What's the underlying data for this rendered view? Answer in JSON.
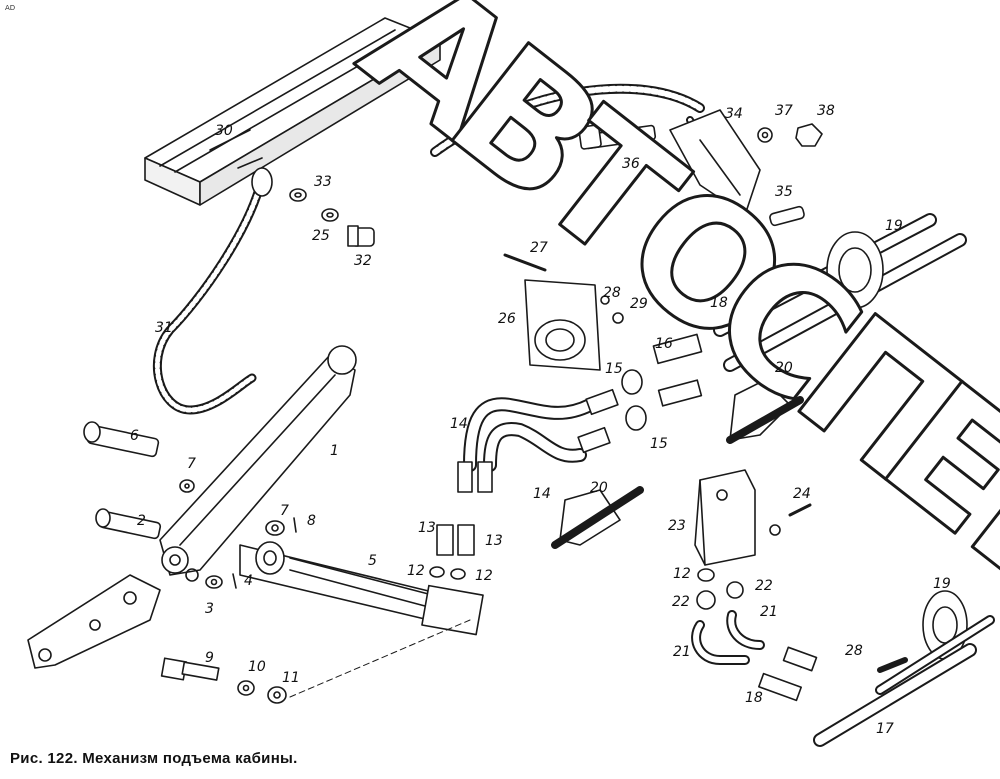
{
  "caption": "Рис. 122. Механизм подъема кабины.",
  "corner_mark": "AD",
  "watermark": {
    "text": "АВТОСПЕЦ",
    "letters": [
      "А",
      "В",
      "Т",
      "О",
      "С",
      "П",
      "Е",
      "Ц"
    ]
  },
  "labels": {
    "l1": "1",
    "l2": "2",
    "l3": "3",
    "l4": "4",
    "l5": "5",
    "l6": "6",
    "l7a": "7",
    "l7b": "7",
    "l8": "8",
    "l9": "9",
    "l10": "10",
    "l11": "11",
    "l12a": "12",
    "l12b": "12",
    "l12c": "12",
    "l13a": "13",
    "l13b": "13",
    "l14a": "14",
    "l14b": "14",
    "l15a": "15",
    "l15b": "15",
    "l16": "16",
    "l17": "17",
    "l18a": "18",
    "l18b": "18",
    "l19a": "19",
    "l19b": "19",
    "l20a": "20",
    "l20b": "20",
    "l21a": "21",
    "l21b": "21",
    "l22a": "22",
    "l22b": "22",
    "l23": "23",
    "l24": "24",
    "l25": "25",
    "l26": "26",
    "l27": "27",
    "l28a": "28",
    "l28b": "28",
    "l29": "29",
    "l30": "30",
    "l31": "31",
    "l32": "32",
    "l33": "33",
    "l34": "34",
    "l35": "35",
    "l36": "36",
    "l37": "37",
    "l38": "38"
  }
}
